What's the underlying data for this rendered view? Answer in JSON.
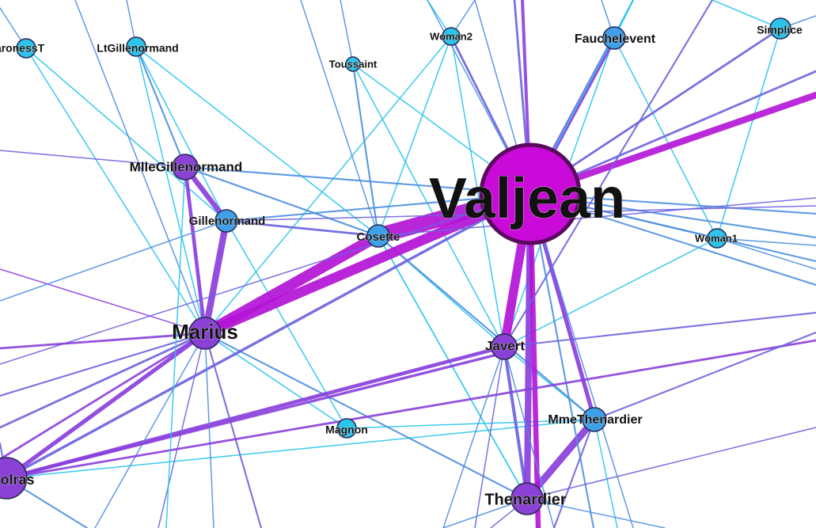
{
  "palette": {
    "edge_colors": [
      "#29c5ee",
      "#4e8fe0",
      "#6b63de",
      "#8a3fdc",
      "#b312d6"
    ],
    "node_fill_small": "#2cc4ea",
    "node_fill_medium": "#3fa0ea",
    "node_fill_large": "#8b40d6",
    "node_fill_hub": "#c90ad8",
    "node_stroke": "#2a2a55",
    "hub_stroke": "#5a0a5e"
  },
  "nodes": [
    {
      "id": "BaronessT",
      "label": "BaronessT"
    },
    {
      "id": "LtGillenormand",
      "label": "LtGillenormand"
    },
    {
      "id": "Woman2",
      "label": "Woman2"
    },
    {
      "id": "Toussaint",
      "label": "Toussaint"
    },
    {
      "id": "Fauchelevent",
      "label": "Fauchelevent"
    },
    {
      "id": "Simplice",
      "label": "Simplice"
    },
    {
      "id": "MlleGillenormand",
      "label": "MlleGillenormand"
    },
    {
      "id": "Gillenormand",
      "label": "Gillenormand"
    },
    {
      "id": "Cosette",
      "label": "Cosette"
    },
    {
      "id": "Valjean",
      "label": "Valjean"
    },
    {
      "id": "Woman1",
      "label": "Woman1"
    },
    {
      "id": "Marius",
      "label": "Marius"
    },
    {
      "id": "Javert",
      "label": "Javert"
    },
    {
      "id": "MmeThenardier",
      "label": "MmeThenardier"
    },
    {
      "id": "Magnon",
      "label": "Magnon"
    },
    {
      "id": "Enjolras",
      "label": "Enjolras"
    },
    {
      "id": "Thenardier",
      "label": "Thenardier"
    }
  ],
  "edges": [
    {
      "source": "Valjean",
      "target": "Marius",
      "weight": 19
    },
    {
      "source": "Valjean",
      "target": "Cosette",
      "weight": 31
    },
    {
      "source": "Valjean",
      "target": "Thenardier",
      "weight": 12
    },
    {
      "source": "Valjean",
      "target": "Javert",
      "weight": 17
    },
    {
      "source": "Valjean",
      "target": "Fauchelevent",
      "weight": 8
    },
    {
      "source": "Valjean",
      "target": "MmeThenardier",
      "weight": 7
    },
    {
      "source": "Valjean",
      "target": "Woman2",
      "weight": 3
    },
    {
      "source": "Valjean",
      "target": "Toussaint",
      "weight": 1
    },
    {
      "source": "Valjean",
      "target": "Woman1",
      "weight": 2
    },
    {
      "source": "Valjean",
      "target": "Simplice",
      "weight": 3
    },
    {
      "source": "Valjean",
      "target": "MlleGillenormand",
      "weight": 2
    },
    {
      "source": "Valjean",
      "target": "Gillenormand",
      "weight": 2
    },
    {
      "source": "Valjean",
      "target": "Enjolras",
      "weight": 4
    },
    {
      "source": "Marius",
      "target": "Cosette",
      "weight": 21
    },
    {
      "source": "Marius",
      "target": "Gillenormand",
      "weight": 12
    },
    {
      "source": "Marius",
      "target": "MlleGillenormand",
      "weight": 6
    },
    {
      "source": "Marius",
      "target": "LtGillenormand",
      "weight": 1
    },
    {
      "source": "Marius",
      "target": "BaronessT",
      "weight": 1
    },
    {
      "source": "Marius",
      "target": "Thenardier",
      "weight": 2
    },
    {
      "source": "Marius",
      "target": "Enjolras",
      "weight": 7
    },
    {
      "source": "Marius",
      "target": "Woman2",
      "weight": 1
    },
    {
      "source": "Marius",
      "target": "Magnon",
      "weight": 1
    },
    {
      "source": "Cosette",
      "target": "Gillenormand",
      "weight": 3
    },
    {
      "source": "Cosette",
      "target": "MlleGillenormand",
      "weight": 2
    },
    {
      "source": "Cosette",
      "target": "Toussaint",
      "weight": 2
    },
    {
      "source": "Cosette",
      "target": "Woman2",
      "weight": 1
    },
    {
      "source": "Cosette",
      "target": "LtGillenormand",
      "weight": 1
    },
    {
      "source": "Cosette",
      "target": "Javert",
      "weight": 1
    },
    {
      "source": "Cosette",
      "target": "MmeThenardier",
      "weight": 2
    },
    {
      "source": "Cosette",
      "target": "Thenardier",
      "weight": 1
    },
    {
      "source": "Gillenormand",
      "target": "MlleGillenormand",
      "weight": 9
    },
    {
      "source": "Gillenormand",
      "target": "BaronessT",
      "weight": 1
    },
    {
      "source": "Gillenormand",
      "target": "Magnon",
      "weight": 1
    },
    {
      "source": "LtGillenormand",
      "target": "MlleGillenormand",
      "weight": 2
    },
    {
      "source": "LtGillenormand",
      "target": "Gillenormand",
      "weight": 1
    },
    {
      "source": "Javert",
      "target": "Thenardier",
      "weight": 5
    },
    {
      "source": "Javert",
      "target": "MmeThenardier",
      "weight": 1
    },
    {
      "source": "Javert",
      "target": "Woman1",
      "weight": 1
    },
    {
      "source": "Javert",
      "target": "Toussaint",
      "weight": 1
    },
    {
      "source": "Javert",
      "target": "Woman2",
      "weight": 1
    },
    {
      "source": "Javert",
      "target": "Enjolras",
      "weight": 6
    },
    {
      "source": "Thenardier",
      "target": "MmeThenardier",
      "weight": 13
    },
    {
      "source": "Thenardier",
      "target": "Cosette",
      "weight": 1
    },
    {
      "source": "MmeThenardier",
      "target": "Magnon",
      "weight": 1
    },
    {
      "source": "MmeThenardier",
      "target": "Enjolras",
      "weight": 1
    },
    {
      "source": "Fauchelevent",
      "target": "Javert",
      "weight": 1
    },
    {
      "source": "Fauchelevent",
      "target": "Woman1",
      "weight": 1
    },
    {
      "source": "Simplice",
      "target": "Woman1",
      "weight": 1
    }
  ]
}
